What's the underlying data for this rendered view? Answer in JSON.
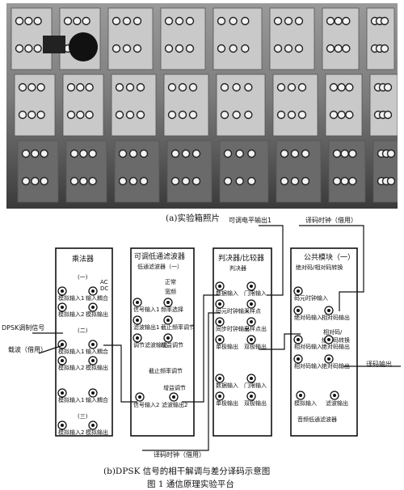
{
  "photo_caption": "(a)实验箱照片",
  "diagram_caption": "(b)DPSK 信号的相干解调与差分译码示意图",
  "figure_caption": "图 1 通信原理实验平台",
  "external": {
    "top_label_1": "可调电平输出1",
    "top_label_2": "译码时钟（借用）",
    "input_dpsk": "DPSK调制信号",
    "input_carrier": "载波（借用）",
    "output": "译码输出",
    "bottom_label": "译码时钟（借用）"
  },
  "modules": {
    "multiplier": {
      "title": "乘法器",
      "sections": [
        "(一)",
        "(二)",
        "(三)"
      ],
      "rows": [
        [
          "模拟输入1",
          "输入耦合"
        ],
        [
          "模拟输入2",
          "模拟输出"
        ],
        [
          "模拟输入1",
          "输入耦合"
        ],
        [
          "模拟输入2",
          "模拟输出"
        ],
        [
          "模拟输入1",
          "输入耦合"
        ],
        [
          "模拟输入2",
          "模拟输出"
        ]
      ],
      "switch_labels": [
        "AC",
        "DC"
      ]
    },
    "lowpass": {
      "title": "可调低通滤波器",
      "subtitle": "低通滤波器（一）",
      "mode_labels": [
        "正常",
        "宽频"
      ],
      "rows": [
        [
          "信号输入1",
          "频率选择"
        ],
        [
          "滤波输出1",
          "截止频率调节"
        ],
        [
          "调节滤波输出",
          "增益调节"
        ]
      ],
      "knob_labels": [
        "截止频率调节",
        "增益调节"
      ],
      "bottom_row": [
        "信号输入2",
        "滤波输出2"
      ]
    },
    "decision": {
      "title": "判决器/比较器",
      "subtitle": "判决器",
      "rows": [
        [
          "数据输入",
          "门限输入"
        ],
        [
          "码元时钟输入",
          "采样点"
        ],
        [
          "同步时钟输出",
          "采样点出"
        ],
        [
          "单极输出",
          "双极输出"
        ],
        [
          "数据输入",
          "门限输入"
        ],
        [
          "单极输出",
          "双极输出"
        ]
      ]
    },
    "public": {
      "title": "公共模块（一）",
      "subtitle": "绝对码/相对码转换",
      "rows": [
        [
          "码元时钟输入",
          ""
        ],
        [
          "绝对码输入",
          "相对码输出"
        ],
        [
          "相对码输入",
          "绝对码输出"
        ],
        [
          "相对码输入",
          "绝对码输出"
        ]
      ],
      "mid_label": [
        "相对码/",
        "绝对码转换"
      ],
      "bottom_row": [
        "模拟输入",
        "滤波输出"
      ],
      "bottom_title": "音频低通滤波器"
    }
  }
}
